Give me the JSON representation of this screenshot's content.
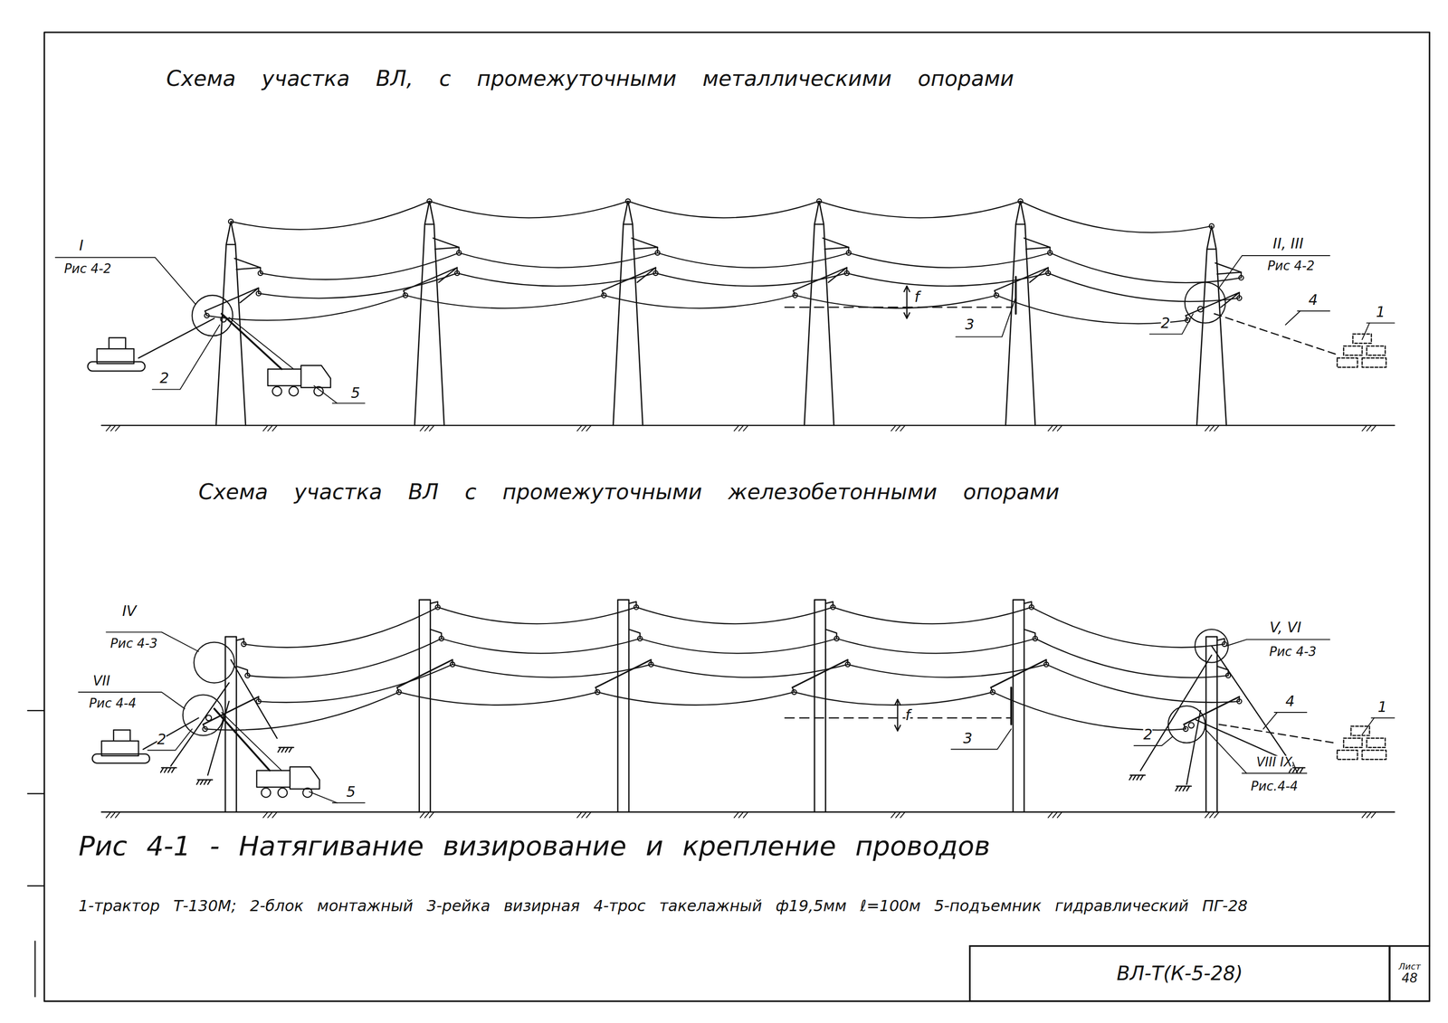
{
  "diagram": {
    "caption": "Рис 4-1 - Натягивание визирование и крепление проводов",
    "nodes": [
      {
        "text": [
          "ВЛ-Т(К-5-28)"
        ]
      },
      {
        "text": [
          "Лист",
          "48"
        ]
      }
    ],
    "edges": [],
    "labels": [
      "Схема участка ВЛ, с промежуточными металлическими опорами",
      "I",
      "Рис 4-2",
      "2",
      "5",
      "f",
      "3",
      "II, III",
      "Рис 4-2",
      "4",
      "2",
      "1",
      "Схема участка ВЛ с промежуточными железобетонными опорами",
      "IV",
      "Рис 4-3",
      "VII",
      "Рис 4-4",
      "2",
      "5",
      "f",
      "3",
      "V, VI",
      "Рис 4-3",
      "4",
      "2",
      "VIII IX",
      "Рис.4-4",
      "1",
      "1-трактор Т-130М; 2-блок монтажный 3-рейка визирная 4-трос такелажный ф19,5мм ℓ=100м 5-подъемник гидравлический ПГ-28"
    ]
  }
}
